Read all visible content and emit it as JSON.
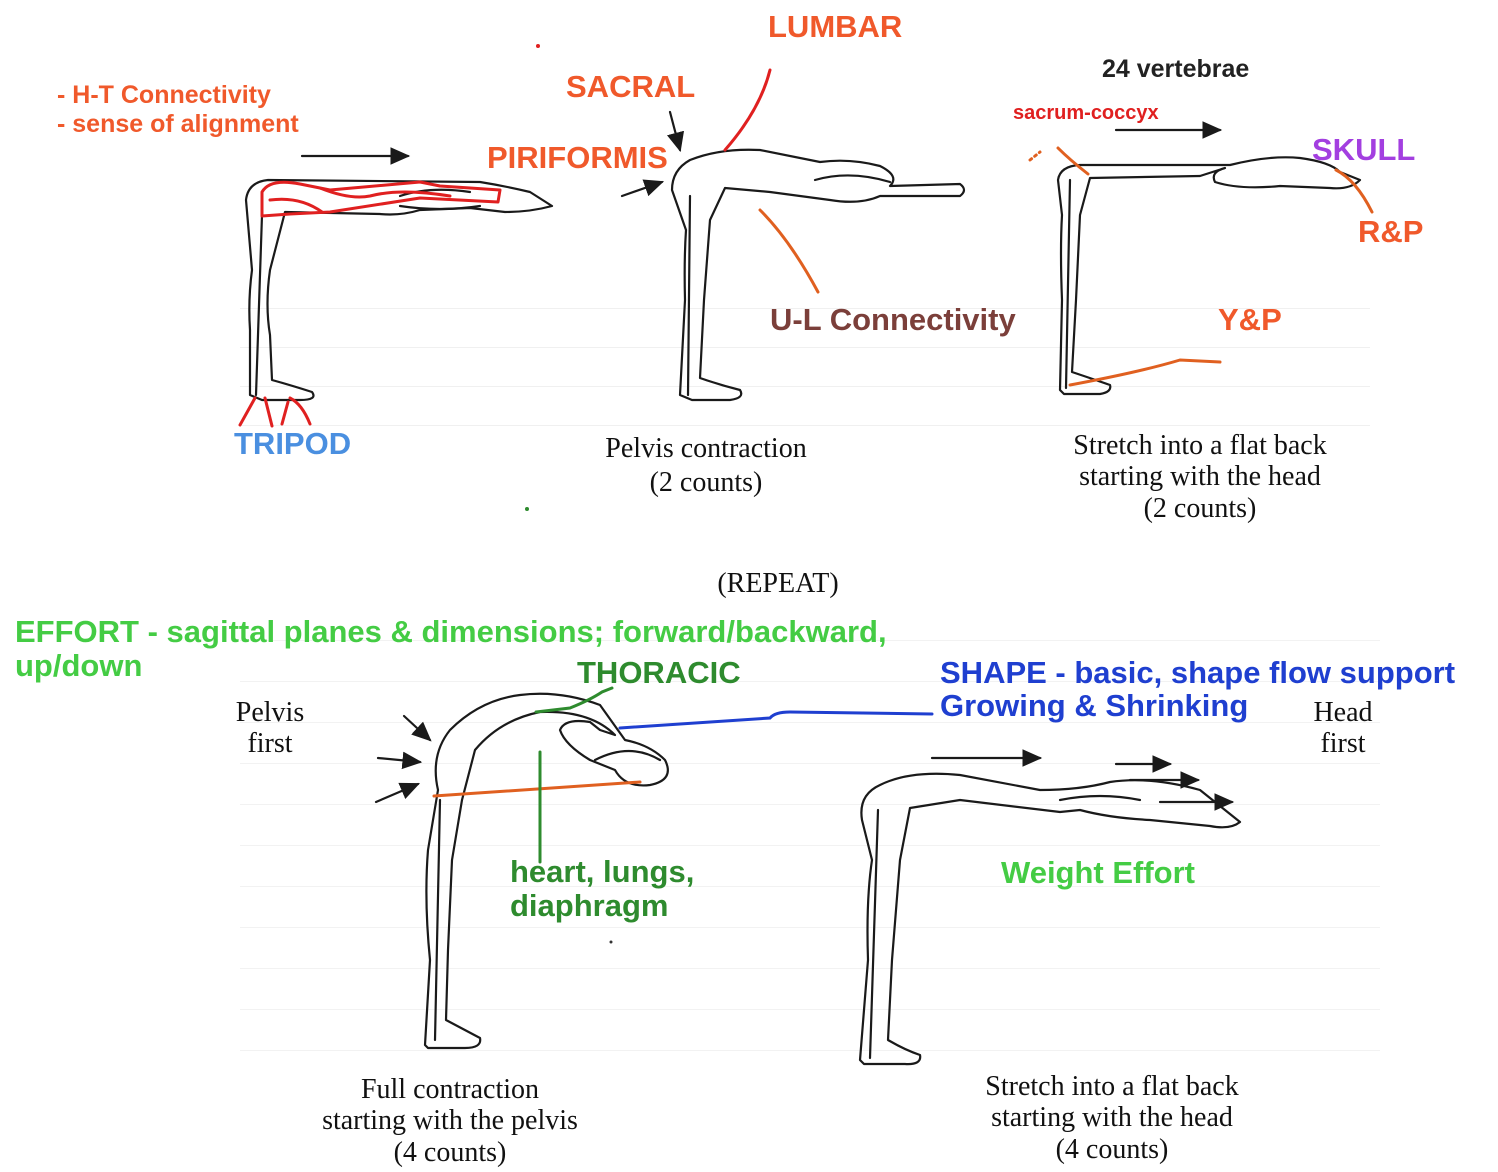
{
  "colors": {
    "orange": "#f0592b",
    "red": "#e02020",
    "blue_text": "#4a8fe0",
    "blue_line": "#1f3fd0",
    "purple": "#a33fe0",
    "brown": "#7b3f3a",
    "green_text": "#44cc44",
    "green_dark": "#2e8b2e",
    "caption": "#111111",
    "ink": "#1a1a1a"
  },
  "annotations": {
    "ht_connectivity": "- H-T Connectivity",
    "sense_alignment": "- sense of alignment",
    "tripod": "TRIPOD",
    "lumbar": "LUMBAR",
    "sacral": "SACRAL",
    "piriformis": "PIRIFORMIS",
    "ul_connectivity": "U-L Connectivity",
    "vertebrae": "24 vertebrae",
    "sacrum_coccyx": "sacrum-coccyx",
    "skull": "SKULL",
    "rp": "R&P",
    "yp": "Y&P",
    "effort_line1": "EFFORT - sagittal planes & dimensions; forward/backward,",
    "effort_line2": "up/down",
    "thoracic": "THORACIC",
    "shape_line1": "SHAPE - basic, shape flow support",
    "shape_line2": "Growing & Shrinking",
    "heart_line1": "heart, lungs,",
    "heart_line2": "diaphragm",
    "weight_effort": "Weight Effort"
  },
  "captions": {
    "pelvis_contraction_1": "Pelvis contraction",
    "pelvis_contraction_2": "(2 counts)",
    "stretch_top_1": "Stretch into a flat back",
    "stretch_top_2": "starting with the head",
    "stretch_top_3": "(2 counts)",
    "repeat": "(REPEAT)",
    "pelvis_first_1": "Pelvis",
    "pelvis_first_2": "first",
    "head_first_1": "Head",
    "head_first_2": "first",
    "full_contraction_1": "Full contraction",
    "full_contraction_2": "starting with the pelvis",
    "full_contraction_3": "(4 counts)",
    "stretch_bottom_1": "Stretch into a flat back",
    "stretch_bottom_2": "starting with the head",
    "stretch_bottom_3": "(4 counts)"
  }
}
